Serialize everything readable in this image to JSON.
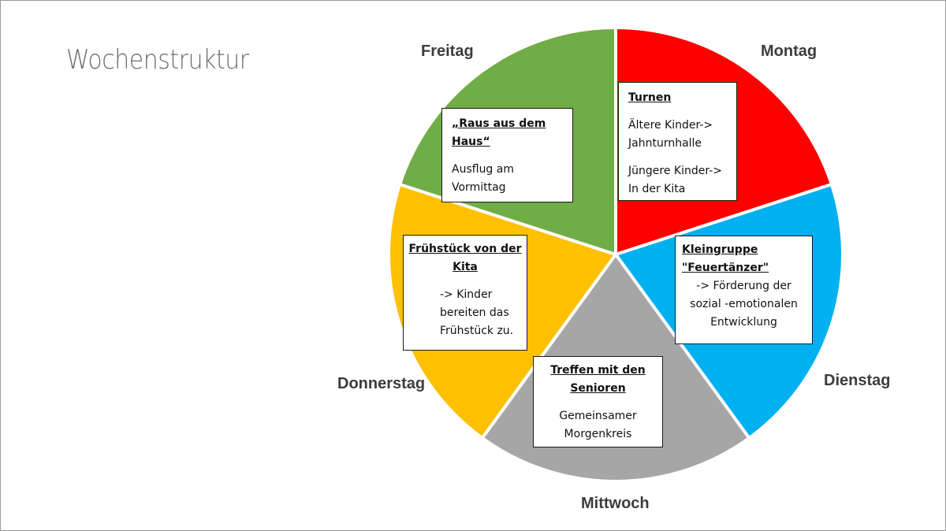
{
  "slide": {
    "title": "Wochenstruktur"
  },
  "days": {
    "montag": {
      "label": "Montag",
      "color": "#FF0000"
    },
    "dienstag": {
      "label": "Dienstag",
      "color": "#00B0F0"
    },
    "mittwoch": {
      "label": "Mittwoch",
      "color": "#A6A6A6"
    },
    "donnerstag": {
      "label": "Donnerstag",
      "color": "#FFC000"
    },
    "freitag": {
      "label": "Freitag",
      "color": "#70AD47"
    }
  },
  "boxes": {
    "montag": {
      "heading": "Turnen",
      "line1": "Ältere Kinder->",
      "line2": "Jahnturnhalle",
      "line3": "Jüngere Kinder->",
      "line4": "In der Kita"
    },
    "dienstag": {
      "heading1": "Kleingruppe",
      "heading2": "\"Feuertänzer\"",
      "line1": "-> Förderung der",
      "line2": "sozial -emotionalen",
      "line3": "Entwicklung"
    },
    "mittwoch": {
      "heading1": "Treffen mit den",
      "heading2": "Senioren",
      "line1": "Gemeinsamer",
      "line2": "Morgenkreis"
    },
    "donnerstag": {
      "heading1": "Frühstück von der",
      "heading2": "Kita",
      "line1": "-> Kinder",
      "line2": "bereiten das",
      "line3": "Frühstück zu."
    },
    "freitag": {
      "heading1": "„Raus aus dem",
      "heading2": "Haus“",
      "line1": "Ausflug am",
      "line2": "Vormittag"
    }
  }
}
